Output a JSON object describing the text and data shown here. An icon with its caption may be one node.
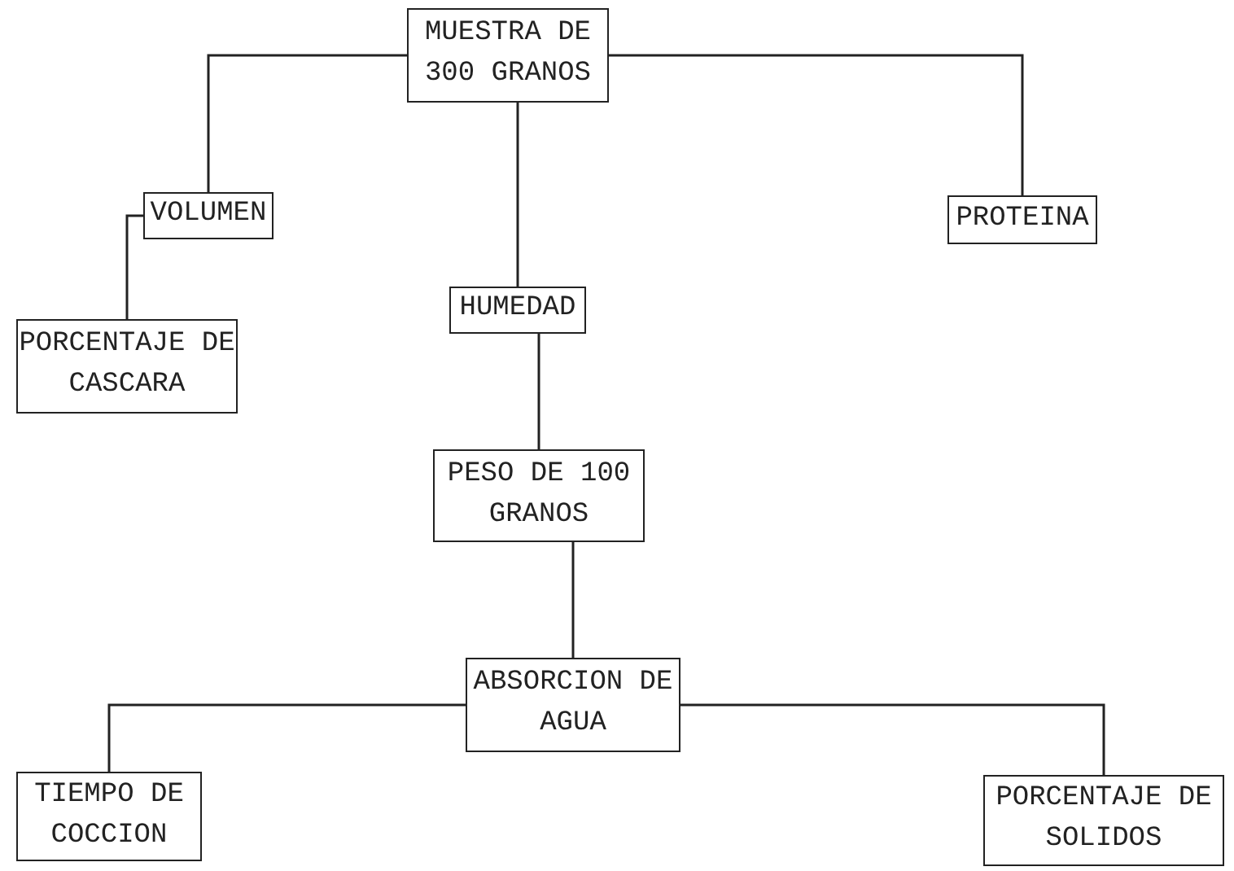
{
  "diagram": {
    "nodes": [
      {
        "text": [
          "MUESTRA DE 300 GRANOS"
        ]
      },
      {
        "text": [
          "VOLUMEN"
        ]
      },
      {
        "text": [
          "PROTEINA"
        ]
      },
      {
        "text": [
          "HUMEDAD"
        ]
      },
      {
        "text": [
          "PORCENTAJE DE CASCARA"
        ]
      },
      {
        "text": [
          "PESO DE 100 GRANOS"
        ]
      },
      {
        "text": [
          "ABSORCION DE AGUA"
        ]
      },
      {
        "text": [
          "TIEMPO DE COCCION"
        ]
      },
      {
        "text": [
          "PORCENTAJE DE SOLIDOS"
        ]
      }
    ],
    "edges": [
      {
        "from": 0,
        "to": 1,
        "arrow": "none"
      },
      {
        "from": 0,
        "to": 2,
        "arrow": "none"
      },
      {
        "from": 0,
        "to": 3,
        "arrow": "none"
      },
      {
        "from": 1,
        "to": 4,
        "arrow": "none"
      },
      {
        "from": 3,
        "to": 5,
        "arrow": "none"
      },
      {
        "from": 5,
        "to": 6,
        "arrow": "none"
      },
      {
        "from": 6,
        "to": 7,
        "arrow": "none"
      },
      {
        "from": 6,
        "to": 8,
        "arrow": "none"
      }
    ]
  }
}
